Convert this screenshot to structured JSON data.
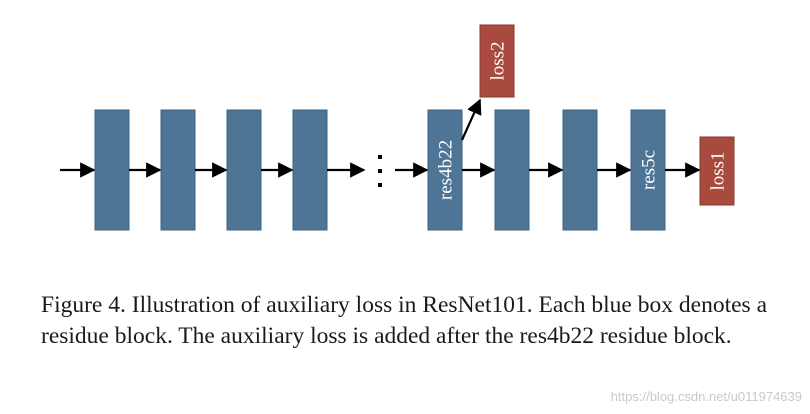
{
  "diagram": {
    "block_labels": {
      "res4b22": "res4b22",
      "res5c": "res5c",
      "loss2": "loss2",
      "loss1": "loss1"
    },
    "colors": {
      "residue_block": "#4e7596",
      "residue_block_border": "#3d6282",
      "loss_block": "#a94a3e",
      "loss_block_border": "#8a382d",
      "arrow": "#000000"
    }
  },
  "caption": {
    "text": "Figure 4. Illustration of auxiliary loss in ResNet101.  Each blue box denotes a residue block. The auxiliary loss is added after the res4b22 residue block."
  },
  "watermark": {
    "text": "https://blog.csdn.net/u011974639"
  }
}
